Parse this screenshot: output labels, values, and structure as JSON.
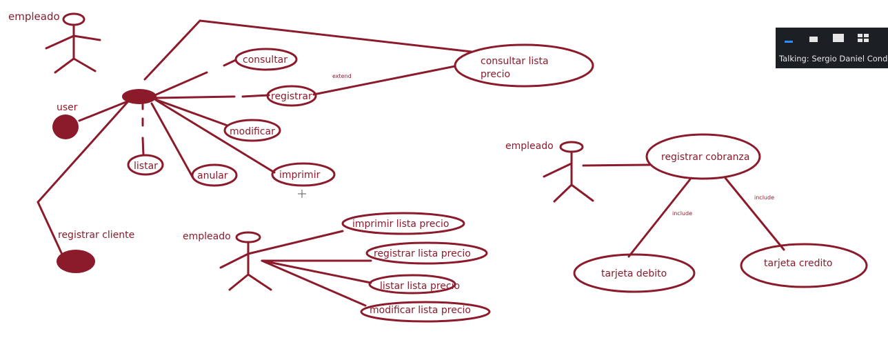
{
  "colors": {
    "ink": "#8b1a2b",
    "overlay_bg": "#1c1f24",
    "accent": "#2d8cff"
  },
  "overlay": {
    "talking": "Talking: Sergio Daniel Conde",
    "view_buttons": [
      "minimize-view-icon",
      "speaker-view-icon",
      "thumbnail-view-icon",
      "gallery-view-icon"
    ]
  },
  "actors": {
    "empleado_top": "empleado",
    "user": "user",
    "registrar_cliente": "registrar cliente",
    "empleado_bottom": "empleado",
    "empleado_right": "empleado"
  },
  "use_cases": {
    "consultar": "consultar",
    "registrar": "registrar",
    "modificar": "modificar",
    "listar": "listar",
    "anular": "anular",
    "imprimir": "imprimir",
    "consultar_lista_precio_1": "consultar lista",
    "consultar_lista_precio_2": "precio",
    "imprimir_lista_precio": "imprimir lista precio",
    "registrar_lista_precio": "registrar lista precio",
    "listar_lista_precio": "listar lista precio",
    "modificar_lista_precio": "modificar lista precio",
    "registrar_cobranza": "registrar cobranza",
    "tarjeta_debito": "tarjeta debito",
    "tarjeta_credito": "tarjeta credito"
  },
  "relations": {
    "extend": "extend",
    "include_left": "include",
    "include_right": "include"
  }
}
